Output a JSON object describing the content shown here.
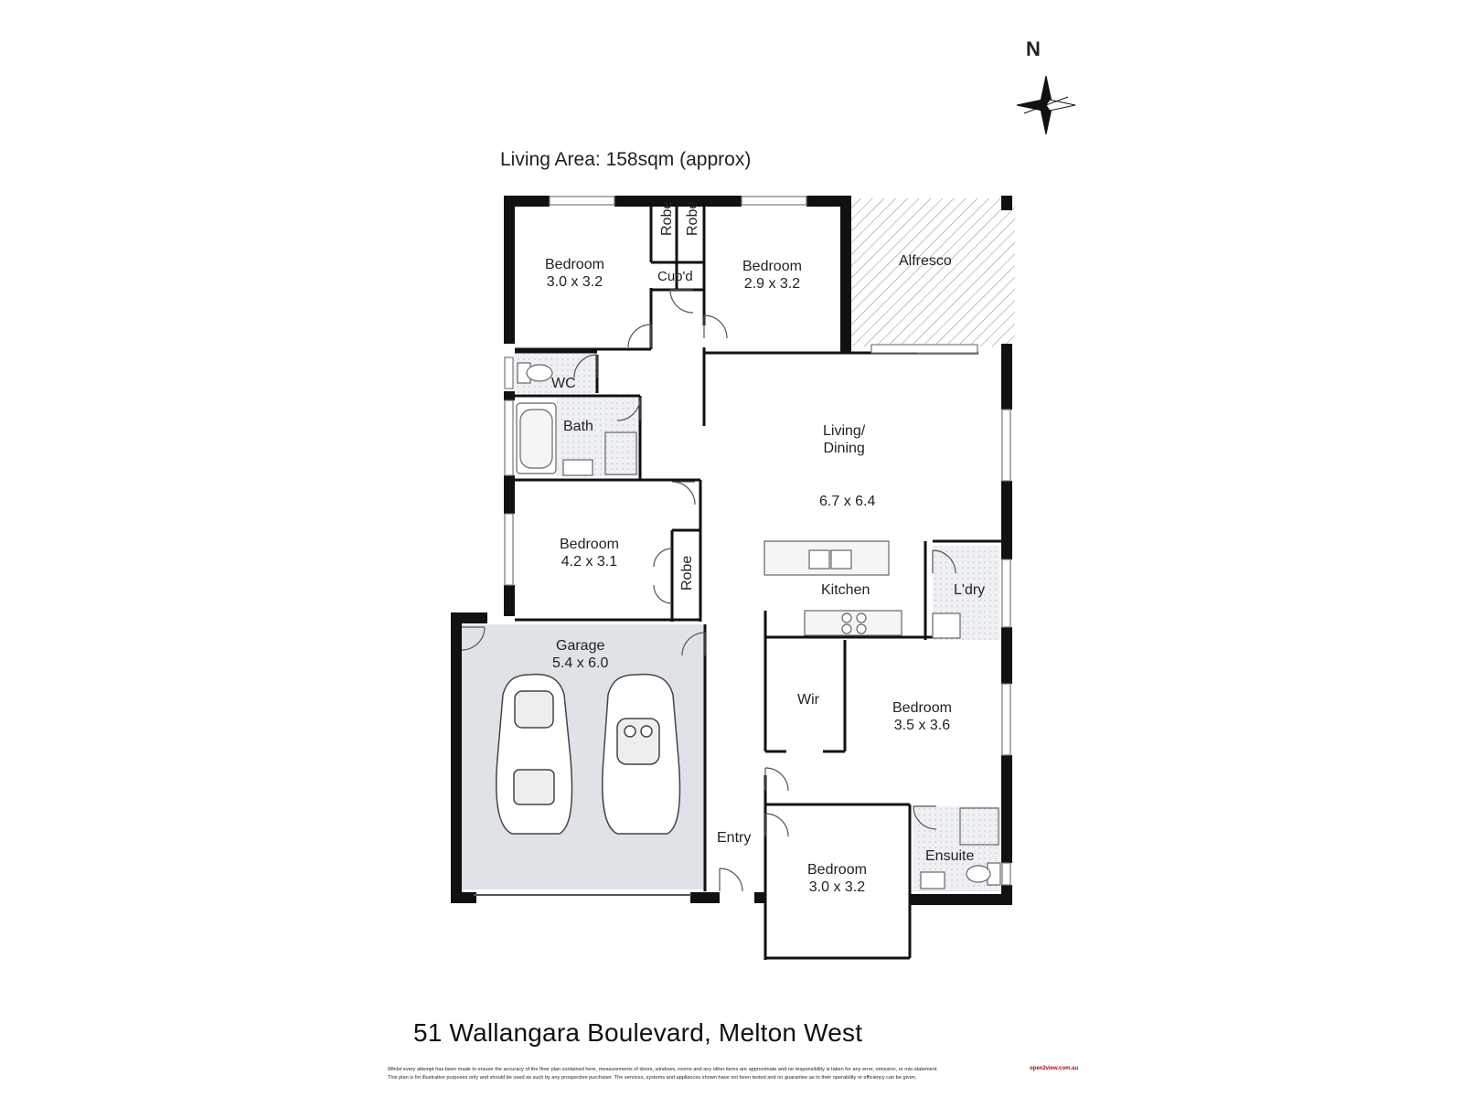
{
  "header": {
    "living_area": "Living Area: 158sqm (approx)",
    "compass_label": "N"
  },
  "rooms": {
    "bedroom_nw": {
      "name": "Bedroom",
      "size": "3.0 x 3.2"
    },
    "robe_1": {
      "name": "Robe"
    },
    "robe_2": {
      "name": "Robe"
    },
    "cupboard": {
      "name": "Cup'd"
    },
    "bedroom_n": {
      "name": "Bedroom",
      "size": "2.9 x 3.2"
    },
    "alfresco": {
      "name": "Alfresco"
    },
    "wc": {
      "name": "WC"
    },
    "bath": {
      "name": "Bath"
    },
    "living": {
      "name": "Living/\nDining",
      "name_line1": "Living/",
      "name_line2": "Dining",
      "size": "6.7 x 6.4"
    },
    "bedroom_w": {
      "name": "Bedroom",
      "size": "4.2 x 3.1"
    },
    "robe_3": {
      "name": "Robe"
    },
    "kitchen": {
      "name": "Kitchen"
    },
    "laundry": {
      "name": "L'dry"
    },
    "garage": {
      "name": "Garage",
      "size": "5.4 x 6.0"
    },
    "wir": {
      "name": "Wir"
    },
    "bedroom_master": {
      "name": "Bedroom",
      "size": "3.5 x 3.6"
    },
    "entry": {
      "name": "Entry"
    },
    "bedroom_s": {
      "name": "Bedroom",
      "size": "3.0 x 3.2"
    },
    "ensuite": {
      "name": "Ensuite"
    }
  },
  "footer": {
    "address": "51 Wallangara Boulevard, Melton West",
    "disclaimer_line1": "Whilst every attempt has been made to ensure the accuracy of the floor plan contained here, measurements of doors, windows, rooms and any other items are approximate and no responsibility is taken for any error, omission, or mis-statement.",
    "disclaimer_line2": "This plan is for illustrative purposes only and should be used as such by any prospective purchaser. The services, systems and appliances shown have not been tested and no guarantee as to their operability or efficiency can be given.",
    "badge": "open2view.com.au"
  },
  "colors": {
    "wall": "#111111",
    "garage_fill": "#dfe3e8",
    "tile_fill": "#eef0f3",
    "hatch": "#888888"
  }
}
